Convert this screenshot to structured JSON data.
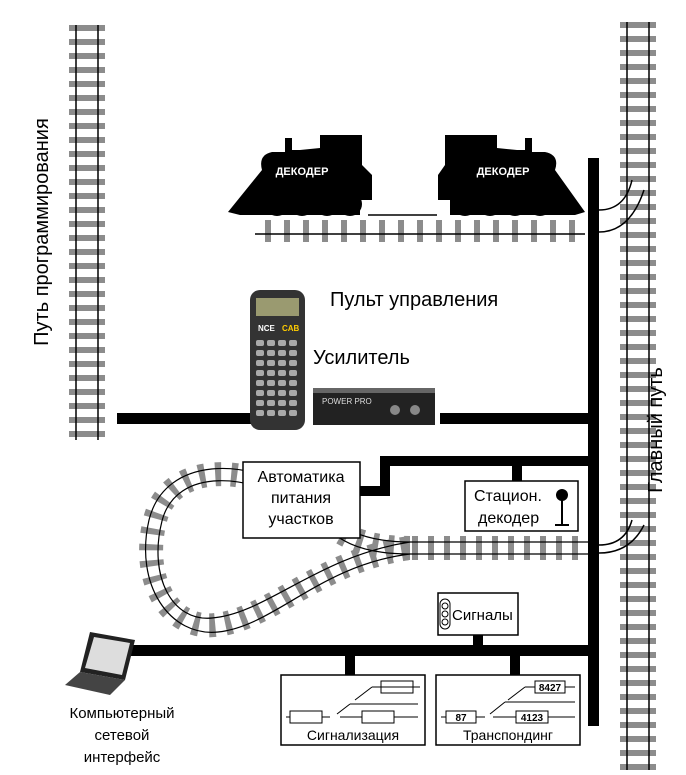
{
  "labels": {
    "programming_track": "Путь программирования",
    "main_track": "Главный путь",
    "controller": "Пульт управления",
    "booster": "Усилитель",
    "auto_power": [
      "Автоматика",
      "питания",
      "участков"
    ],
    "stationary_decoder": [
      "Стацион.",
      "декодер"
    ],
    "signals": "Сигналы",
    "signalling": "Сигнализация",
    "transponding": "Транспондинг",
    "computer_interface": [
      "Компьютерный",
      "сетевой",
      "интерфейс"
    ],
    "loco_decoder_1": "ДЕКОДЕР",
    "loco_decoder_2": "ДЕКОДЕР",
    "cab_brand": "NCE",
    "cab_model": "CAB",
    "booster_brand": "POWER PRO",
    "transponder_tags": [
      "8427",
      "87",
      "4123"
    ]
  },
  "colors": {
    "sleeper": "#8c8c8c",
    "line": "#000000"
  }
}
